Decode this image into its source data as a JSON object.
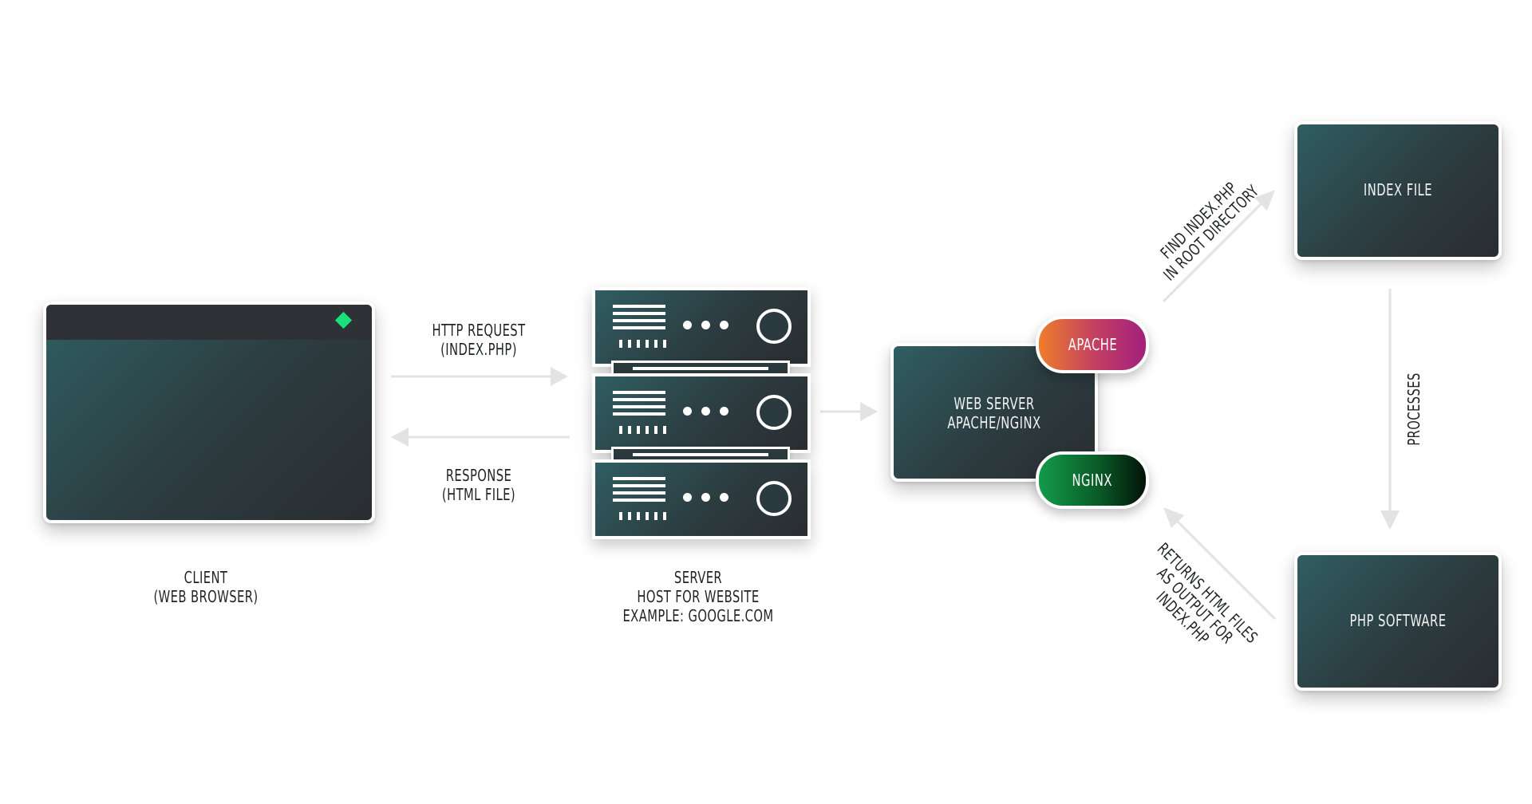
{
  "client": {
    "line1": "CLIENT",
    "line2": "(WEB BROWSER)"
  },
  "server": {
    "line1": "SERVER",
    "line2": "HOST FOR WEBSITE",
    "line3": "EXAMPLE: GOOGLE.COM"
  },
  "request": {
    "line1": "HTTP REQUEST",
    "line2": "(INDEX.PHP)"
  },
  "response": {
    "line1": "RESPONSE",
    "line2": "(HTML FILE)"
  },
  "webserver": {
    "line1": "WEB SERVER",
    "line2": "APACHE/NGINX"
  },
  "apache": {
    "label": "APACHE"
  },
  "nginx": {
    "label": "NGINX"
  },
  "index_file": {
    "label": "INDEX FILE"
  },
  "php_software": {
    "label": "PHP SOFTWARE"
  },
  "find_label": {
    "line1": "FIND INDEX.PHP",
    "line2": "IN ROOT DIRECTORY"
  },
  "processes_label": {
    "text": "PROCESSES"
  },
  "returns_label": {
    "line1": "RETURNS HTML FILES",
    "line2": "AS OUTPUT FOR",
    "line3": "INDEX.PHP"
  },
  "colors": {
    "box_gradient_start": "#2f5e62",
    "box_gradient_end": "#2a2d31",
    "browser_indicator": "#19e07a",
    "apache_gradient": [
      "#ef7d2b",
      "#a2217c"
    ],
    "nginx_gradient": [
      "#139a4b",
      "#031208"
    ],
    "arrow": "#e3e3e3"
  }
}
